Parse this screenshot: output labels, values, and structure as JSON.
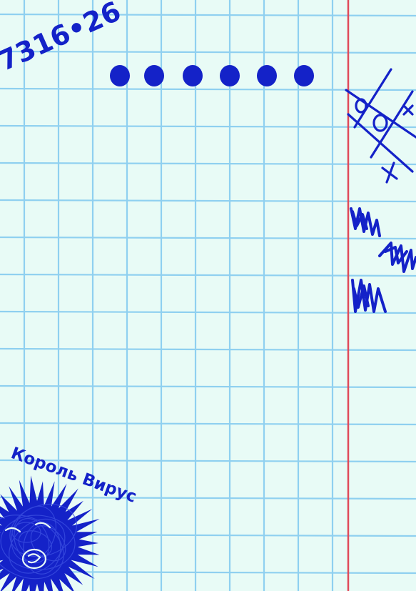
{
  "colors": {
    "paper": "#e8fbf6",
    "grid": "#8fd0f0",
    "margin_line": "#e04a5a",
    "ink": "#1422c8"
  },
  "doodles": {
    "corner_number": "7316•26",
    "caption": "Король Вирус",
    "tic_tac_toe_marks": [
      "o",
      "o",
      "x",
      "x"
    ],
    "bullet_dots_count": 6
  }
}
